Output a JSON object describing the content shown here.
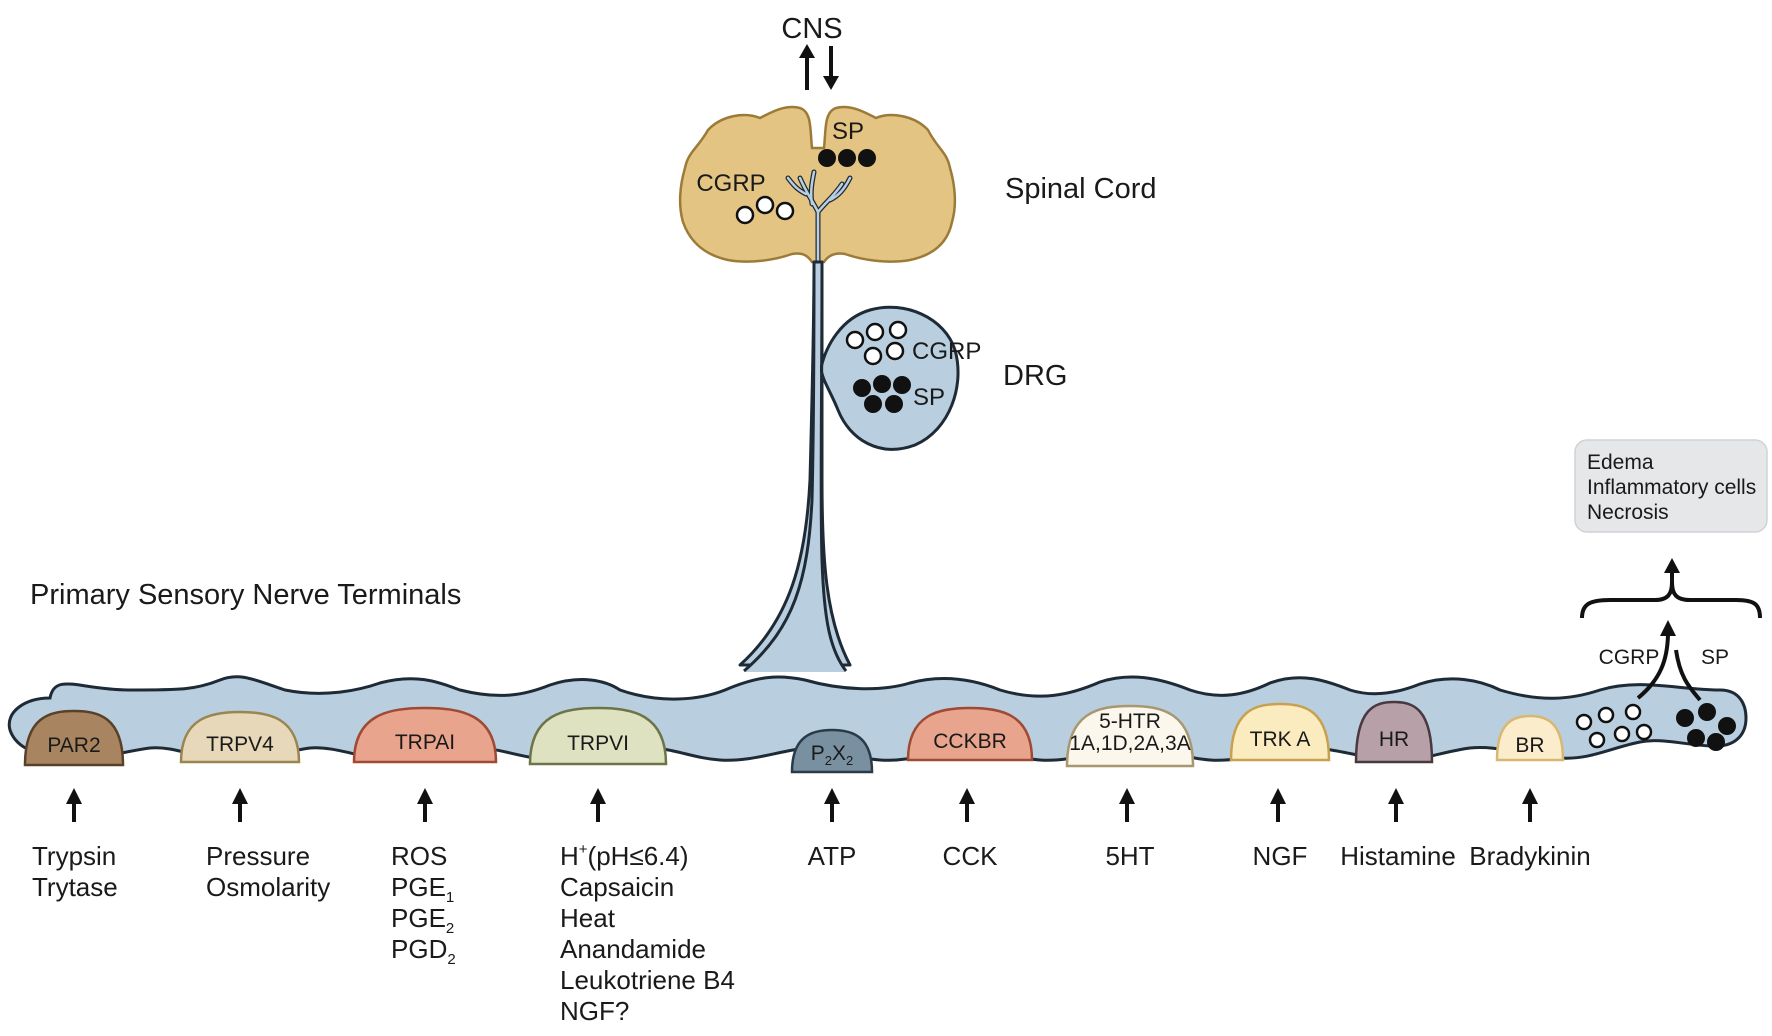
{
  "title": "Primary Sensory Nerve Terminals",
  "cns": {
    "label": "CNS"
  },
  "spinal_cord": {
    "label": "Spinal Cord",
    "sp_label": "SP",
    "cgrp_label": "CGRP"
  },
  "drg": {
    "label": "DRG",
    "cgrp_label": "CGRP",
    "sp_label": "SP"
  },
  "receptors": [
    {
      "label": "PAR2",
      "stimuli": [
        "Trypsin",
        "Trytase"
      ],
      "fill": "#a88560",
      "stroke": "#5a4028"
    },
    {
      "label": "TRPV4",
      "stimuli": [
        "Pressure",
        "Osmolarity"
      ],
      "fill": "#e6d8b8",
      "stroke": "#9a8550"
    },
    {
      "label": "TRPAI",
      "stimuli": [
        "ROS",
        "PGE1",
        "PGE2",
        "PGD2"
      ],
      "fill": "#e8a48c",
      "stroke": "#a04a34"
    },
    {
      "label": "TRPVI",
      "stimuli": [
        "H+(pH≤6.4)",
        "Capsaicin",
        "Heat",
        "Anandamide",
        "Leukotriene B4",
        "NGF?"
      ],
      "fill": "#dfe2c0",
      "stroke": "#6c7448"
    },
    {
      "label": "P2X2",
      "stimuli": [
        "ATP"
      ],
      "fill": "#7890a0",
      "stroke": "#2a3a48"
    },
    {
      "label": "CCKBR",
      "stimuli": [
        "CCK"
      ],
      "fill": "#e8a48c",
      "stroke": "#a04a34"
    },
    {
      "label": "5-HTR 1A,1D,2A,3A",
      "label_line1": "5-HTR",
      "label_line2": "1A,1D,2A,3A",
      "stimuli": [
        "5HT"
      ],
      "fill": "#fbf7ec",
      "stroke": "#a89870"
    },
    {
      "label": "TRK A",
      "stimuli": [
        "NGF"
      ],
      "fill": "#fbecc0",
      "stroke": "#c8a050"
    },
    {
      "label": "HR",
      "stimuli": [
        "Histamine"
      ],
      "fill": "#b8a0a8",
      "stroke": "#4a3840"
    },
    {
      "label": "BR",
      "stimuli": [
        "Bradykinin"
      ],
      "fill": "#fbeccb",
      "stroke": "#d8b870"
    }
  ],
  "release": {
    "cgrp_label": "CGRP",
    "sp_label": "SP"
  },
  "effects_box": {
    "lines": [
      "Edema",
      "Inflammatory cells",
      "Necrosis"
    ]
  },
  "colors": {
    "nerve_fill": "#b9cfdf",
    "nerve_stroke": "#1e2a36",
    "cord_fill": "#e3c483",
    "cord_stroke": "#9c7a38",
    "box_fill": "#e6e7e9",
    "arrow": "#111111"
  }
}
